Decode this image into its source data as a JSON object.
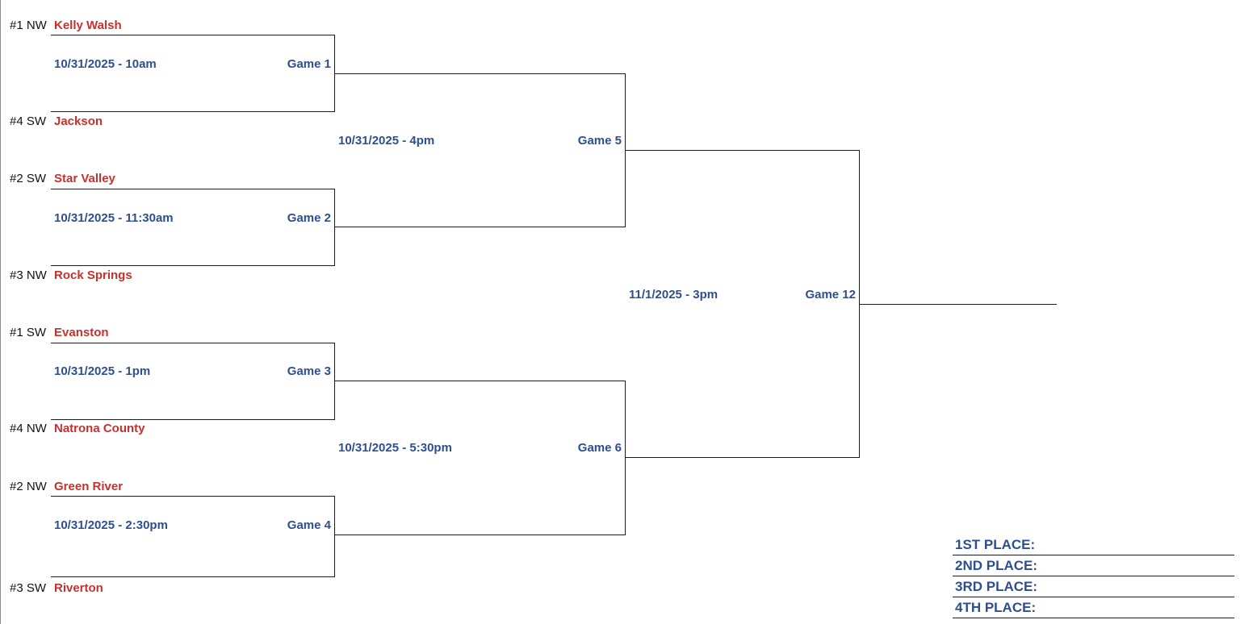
{
  "colors": {
    "team": "#c8302c",
    "info": "#2e4f8f",
    "seed": "#111111",
    "line": "#1a1a1a"
  },
  "teams": [
    {
      "seed": "#1 NW",
      "name": "Kelly Walsh"
    },
    {
      "seed": "#4 SW",
      "name": "Jackson"
    },
    {
      "seed": "#2 SW",
      "name": "Star Valley"
    },
    {
      "seed": "#3 NW",
      "name": "Rock Springs"
    },
    {
      "seed": "#1 SW",
      "name": "Evanston"
    },
    {
      "seed": "#4 NW",
      "name": "Natrona County"
    },
    {
      "seed": "#2 NW",
      "name": "Green River"
    },
    {
      "seed": "#3 SW",
      "name": "Riverton"
    }
  ],
  "round1": [
    {
      "time": "10/31/2025 - 10am",
      "game": "Game 1"
    },
    {
      "time": "10/31/2025 - 11:30am",
      "game": "Game 2"
    },
    {
      "time": "10/31/2025 - 1pm",
      "game": "Game 3"
    },
    {
      "time": "10/31/2025 - 2:30pm",
      "game": "Game 4"
    }
  ],
  "round2": [
    {
      "time": "10/31/2025 - 4pm",
      "game": "Game 5"
    },
    {
      "time": "10/31/2025 - 5:30pm",
      "game": "Game 6"
    }
  ],
  "final": {
    "time": "11/1/2025 - 3pm",
    "game": "Game 12"
  },
  "places": [
    "1ST PLACE:",
    "2ND PLACE:",
    "3RD PLACE:",
    "4TH PLACE:"
  ]
}
